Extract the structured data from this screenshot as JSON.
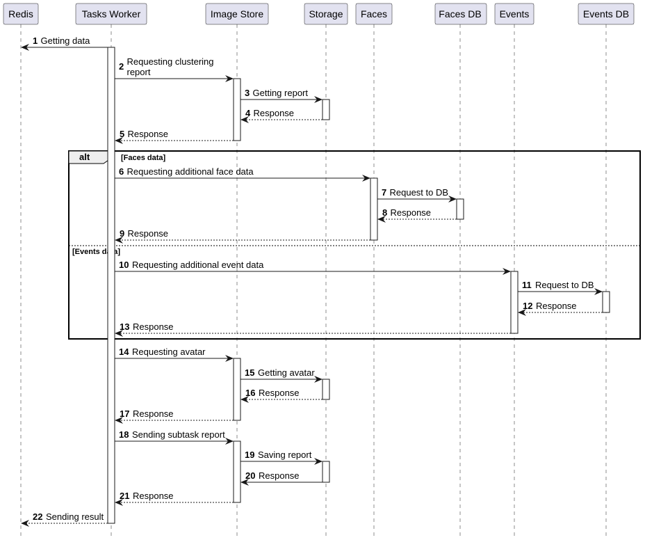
{
  "participants": [
    {
      "id": "redis",
      "name": "Redis"
    },
    {
      "id": "worker",
      "name": "Tasks Worker"
    },
    {
      "id": "imagestore",
      "name": "Image Store"
    },
    {
      "id": "storage",
      "name": "Storage"
    },
    {
      "id": "faces",
      "name": "Faces"
    },
    {
      "id": "facesdb",
      "name": "Faces DB"
    },
    {
      "id": "events",
      "name": "Events"
    },
    {
      "id": "eventsdb",
      "name": "Events DB"
    }
  ],
  "messages": [
    {
      "num": "1",
      "from": "worker",
      "to": "redis",
      "lines": [
        "Getting data"
      ],
      "dashed": false
    },
    {
      "num": "2",
      "from": "worker",
      "to": "imagestore",
      "lines": [
        "Requesting clustering",
        "report"
      ],
      "dashed": false
    },
    {
      "num": "3",
      "from": "imagestore",
      "to": "storage",
      "lines": [
        "Getting report"
      ],
      "dashed": false
    },
    {
      "num": "4",
      "from": "storage",
      "to": "imagestore",
      "lines": [
        "Response"
      ],
      "dashed": true
    },
    {
      "num": "5",
      "from": "imagestore",
      "to": "worker",
      "lines": [
        "Response"
      ],
      "dashed": true
    },
    {
      "num": "6",
      "from": "worker",
      "to": "faces",
      "lines": [
        "Requesting additional face data"
      ],
      "dashed": false
    },
    {
      "num": "7",
      "from": "faces",
      "to": "facesdb",
      "lines": [
        "Request to DB"
      ],
      "dashed": false
    },
    {
      "num": "8",
      "from": "facesdb",
      "to": "faces",
      "lines": [
        "Response"
      ],
      "dashed": true
    },
    {
      "num": "9",
      "from": "faces",
      "to": "worker",
      "lines": [
        "Response"
      ],
      "dashed": true
    },
    {
      "num": "10",
      "from": "worker",
      "to": "events",
      "lines": [
        "Requesting additional event data"
      ],
      "dashed": false
    },
    {
      "num": "11",
      "from": "events",
      "to": "eventsdb",
      "lines": [
        "Request to DB"
      ],
      "dashed": false
    },
    {
      "num": "12",
      "from": "eventsdb",
      "to": "events",
      "lines": [
        "Response"
      ],
      "dashed": true
    },
    {
      "num": "13",
      "from": "events",
      "to": "worker",
      "lines": [
        "Response"
      ],
      "dashed": true
    },
    {
      "num": "14",
      "from": "worker",
      "to": "imagestore",
      "lines": [
        "Requesting avatar"
      ],
      "dashed": false
    },
    {
      "num": "15",
      "from": "imagestore",
      "to": "storage",
      "lines": [
        "Getting avatar"
      ],
      "dashed": false
    },
    {
      "num": "16",
      "from": "storage",
      "to": "imagestore",
      "lines": [
        "Response"
      ],
      "dashed": true
    },
    {
      "num": "17",
      "from": "imagestore",
      "to": "worker",
      "lines": [
        "Response"
      ],
      "dashed": true
    },
    {
      "num": "18",
      "from": "worker",
      "to": "imagestore",
      "lines": [
        "Sending subtask report"
      ],
      "dashed": false
    },
    {
      "num": "19",
      "from": "imagestore",
      "to": "storage",
      "lines": [
        "Saving report"
      ],
      "dashed": false
    },
    {
      "num": "20",
      "from": "storage",
      "to": "imagestore",
      "lines": [
        "Response"
      ],
      "dashed": false
    },
    {
      "num": "21",
      "from": "imagestore",
      "to": "worker",
      "lines": [
        "Response"
      ],
      "dashed": true
    },
    {
      "num": "22",
      "from": "worker",
      "to": "redis",
      "lines": [
        "Sending result"
      ],
      "dashed": true
    }
  ],
  "alt_frame": {
    "label": "alt",
    "guard_1": "[Faces data]",
    "guard_2": "[Events data]"
  }
}
